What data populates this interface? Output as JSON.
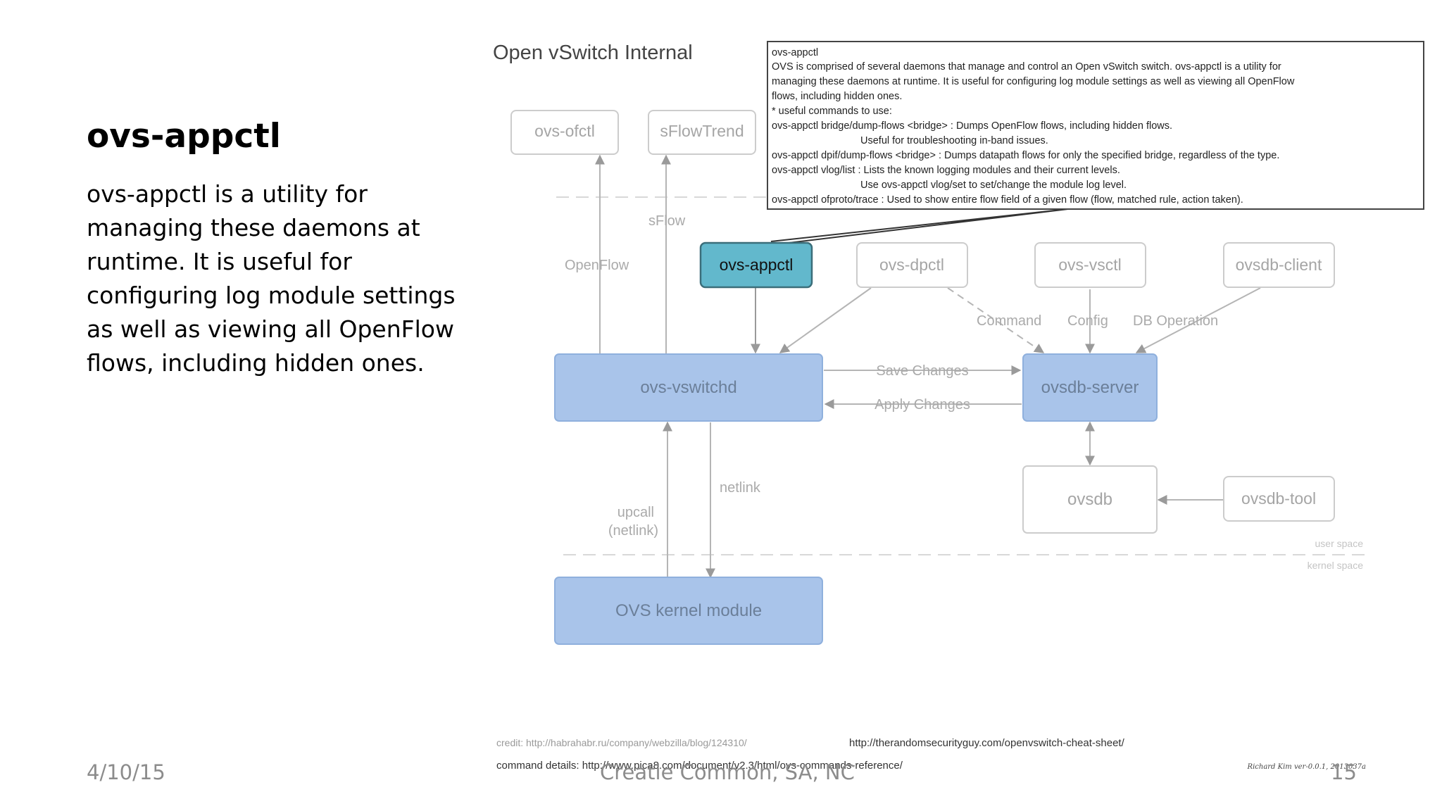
{
  "slide": {
    "title": "ovs-appctl",
    "body": "ovs-appctl is a utility for managing these daemons at runtime. It is useful for configuring log module settings as well as viewing all OpenFlow flows, including hidden ones.",
    "footer_date": "4/10/15",
    "footer_center": "Creatie Common, SA, NC",
    "footer_page": "15"
  },
  "diagram": {
    "title": "Open vSwitch Internal",
    "nodes": {
      "ofctl": "ovs-ofctl",
      "sflowtrend": "sFlowTrend",
      "appctl": "ovs-appctl",
      "dpctl": "ovs-dpctl",
      "vsctl": "ovs-vsctl",
      "dbclient": "ovsdb-client",
      "vswitchd": "ovs-vswitchd",
      "dbserver": "ovsdb-server",
      "ovsdb": "ovsdb",
      "dbtool": "ovsdb-tool",
      "kernel": "OVS kernel module"
    },
    "labels": {
      "sflow": "sFlow",
      "openflow": "OpenFlow",
      "command": "Command",
      "config": "Config",
      "dbop": "DB Operation",
      "save": "Save Changes",
      "apply": "Apply Changes",
      "netlink": "netlink",
      "upcall1": "upcall",
      "upcall2": "(netlink)",
      "user_space": "user space",
      "kernel_space": "kernel space"
    },
    "note": {
      "lines": [
        "ovs-appctl",
        "OVS is comprised of several daemons that manage and control an Open vSwitch switch. ovs-appctl is a utility for",
        "managing these daemons at runtime. It is useful for configuring log module settings as well as viewing all OpenFlow",
        "flows, including hidden ones.",
        "* useful commands to use:",
        "ovs-appctl bridge/dump-flows <bridge> : Dumps OpenFlow flows, including hidden flows.",
        "Useful for troubleshooting in-band issues.",
        "ovs-appctl dpif/dump-flows <bridge> : Dumps datapath flows for only the specified bridge, regardless of the type.",
        "ovs-appctl vlog/list : Lists the known logging modules and their current levels.",
        "Use ovs-appctl vlog/set to set/change the module log level.",
        "ovs-appctl ofproto/trace : Used to show entire flow field of a given flow (flow, matched rule, action taken)."
      ]
    },
    "credits": {
      "credit": "credit: http://habrahabr.ru/company/webzilla/blog/124310/",
      "cheat": "http://therandomsecurityguy.com/openvswitch-cheat-sheet/",
      "command": "command details: http://www.pica8.com/document/v2.3/html/ovs-commands-reference/",
      "author": "Richard Kim ver-0.0.1, 2013037a"
    },
    "colors": {
      "highlight": "#62b8cc",
      "core_fill": "#a9c4ea",
      "core_stroke": "#8fb0dd",
      "tool_stroke": "#cccccc",
      "text_gray": "#999999"
    }
  }
}
